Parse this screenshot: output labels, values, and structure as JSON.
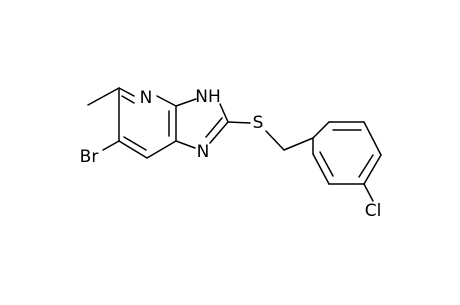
{
  "molecule": {
    "atoms": {
      "n_pyridine": "N",
      "nh": "NH",
      "n_imidazole": "N",
      "sulfur": "S",
      "bromine": "Br",
      "chlorine": "Cl"
    },
    "colors": {
      "bond": "#000000",
      "label": "#000000",
      "background": "#ffffff"
    }
  }
}
